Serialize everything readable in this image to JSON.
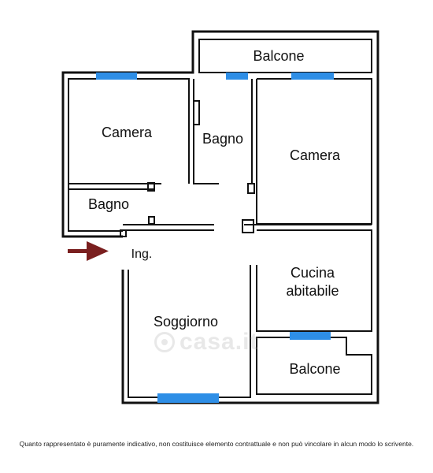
{
  "rooms": {
    "balcone_top": "Balcone",
    "camera_left": "Camera",
    "bagno_center": "Bagno",
    "camera_right": "Camera",
    "bagno_left": "Bagno",
    "entry": "Ing.",
    "cucina_line1": "Cucina",
    "cucina_line2": "abitabile",
    "soggiorno": "Soggiorno",
    "balcone_bottom": "Balcone"
  },
  "watermark": "casa.it",
  "disclaimer": "Quanto rappresentato è puramente indicativo, non costituisce elemento contrattuale e non può vincolare in alcun modo lo scrivente.",
  "colors": {
    "wall": "#111111",
    "window": "#2e8ee6",
    "entry_arrow": "#7a1f1f"
  }
}
